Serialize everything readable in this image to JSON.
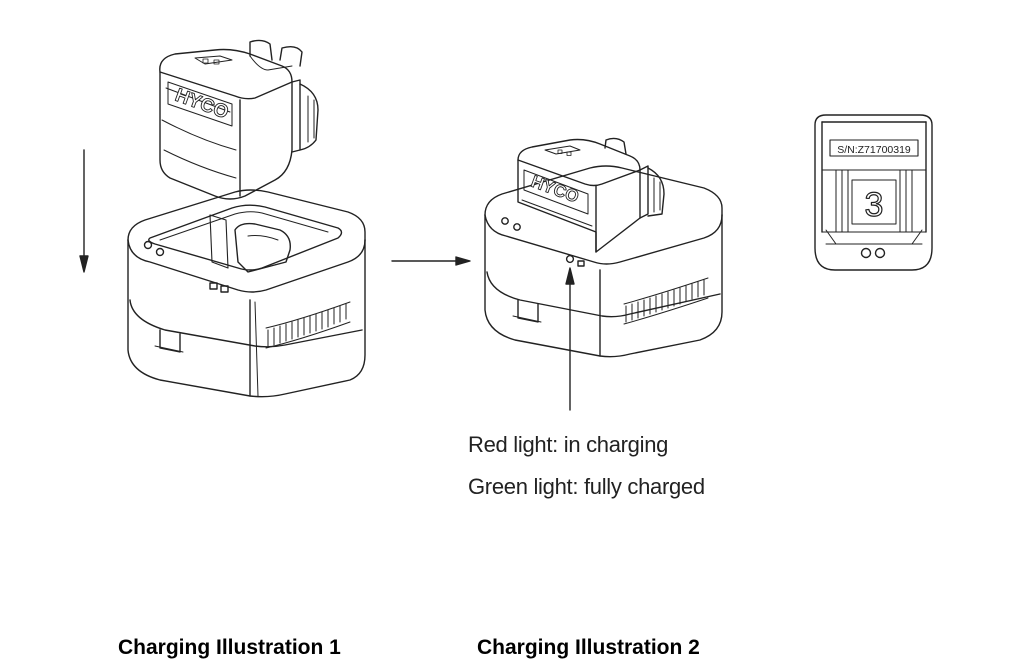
{
  "charger1": {
    "brand": "HYCO"
  },
  "charger2": {
    "brand": "HYCO"
  },
  "battery": {
    "serial": "S/N:Z71700319",
    "slot_number": "3"
  },
  "indicator": {
    "red_text": "Red light: in charging",
    "green_text": "Green light: fully charged"
  },
  "captions": {
    "illustration1": "Charging Illustration 1",
    "illustration2": "Charging Illustration 2"
  }
}
